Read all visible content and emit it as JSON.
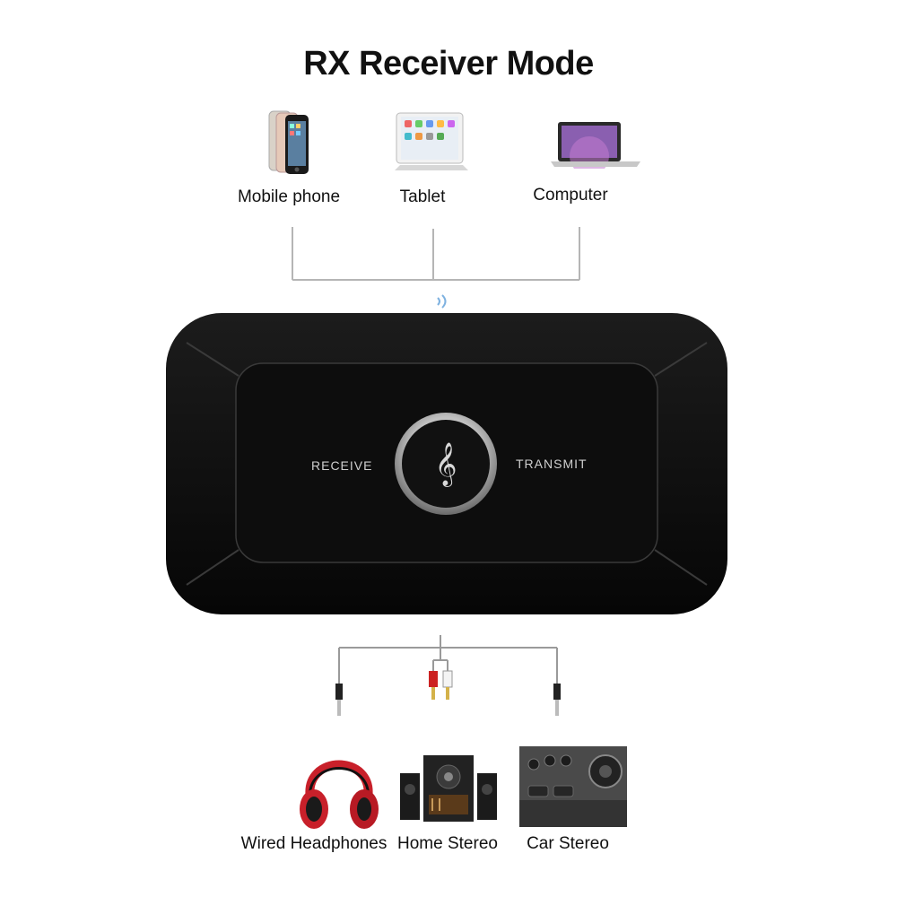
{
  "header": {
    "title": "RX Receiver Mode"
  },
  "sources": [
    {
      "label": "Mobile phone",
      "icon": "mobile-phone-icon"
    },
    {
      "label": "Tablet",
      "icon": "tablet-icon"
    },
    {
      "label": "Computer",
      "icon": "laptop-icon"
    }
  ],
  "device": {
    "left_label": "RECEIVE",
    "right_label": "TRANSMIT",
    "button_icon": "treble-clef-icon",
    "body_color": "#0b0b0b"
  },
  "outputs": [
    {
      "label": "Wired Headphones",
      "icon": "headphones-icon"
    },
    {
      "label": "Home Stereo",
      "icon": "home-stereo-icon"
    },
    {
      "label": "Car Stereo",
      "icon": "car-stereo-icon"
    }
  ]
}
